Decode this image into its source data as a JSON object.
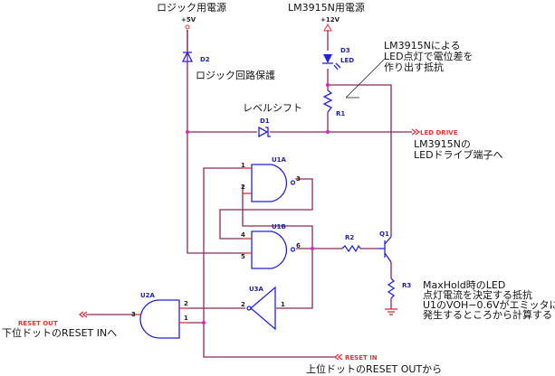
{
  "notes": {
    "logic_power": "ロジック用電源",
    "lm_power": "LM3915N用電源",
    "logic_protect": "ロジック回路保護",
    "level_shift": "レベルシフト",
    "r1_note": [
      "LM3915Nによる",
      "LED点灯で電位差を",
      "作り出す抵抗"
    ],
    "led_drive_note": [
      "LM3915Nの",
      "LEDドライブ端子へ"
    ],
    "r3_note": [
      "MaxHold時のLED",
      "点灯電流を決定する抵抗",
      "U1のVOH−0.6Vがエミッタに",
      "発生するところから計算する"
    ],
    "reset_out_note": "下位ドットのRESET INへ",
    "reset_in_note": "上位ドットのRESET OUTから"
  },
  "power": {
    "v5": "+5V",
    "v12": "+12V"
  },
  "ports": {
    "led_drive": "LED DRIVE",
    "reset_out": "RESET OUT",
    "reset_in": "RESET IN"
  },
  "components": {
    "d1": "D1",
    "d2": "D2",
    "d3": "D3",
    "d3_type": "LED",
    "r1": "R1",
    "r2": "R2",
    "r3": "R3",
    "q1": "Q1",
    "u1a": "U1A",
    "u1b": "U1B",
    "u2a": "U2A",
    "u3a": "U3A"
  },
  "pins": {
    "u1a": [
      "1",
      "2",
      "3"
    ],
    "u1b": [
      "4",
      "5",
      "6"
    ],
    "u2a": [
      "1",
      "2",
      "3"
    ],
    "u3a": [
      "1",
      "2"
    ]
  },
  "colors": {
    "wire": "#8b2a5a",
    "component": "#2222dd",
    "port": "#ee3333",
    "junction": "#e020c0"
  }
}
